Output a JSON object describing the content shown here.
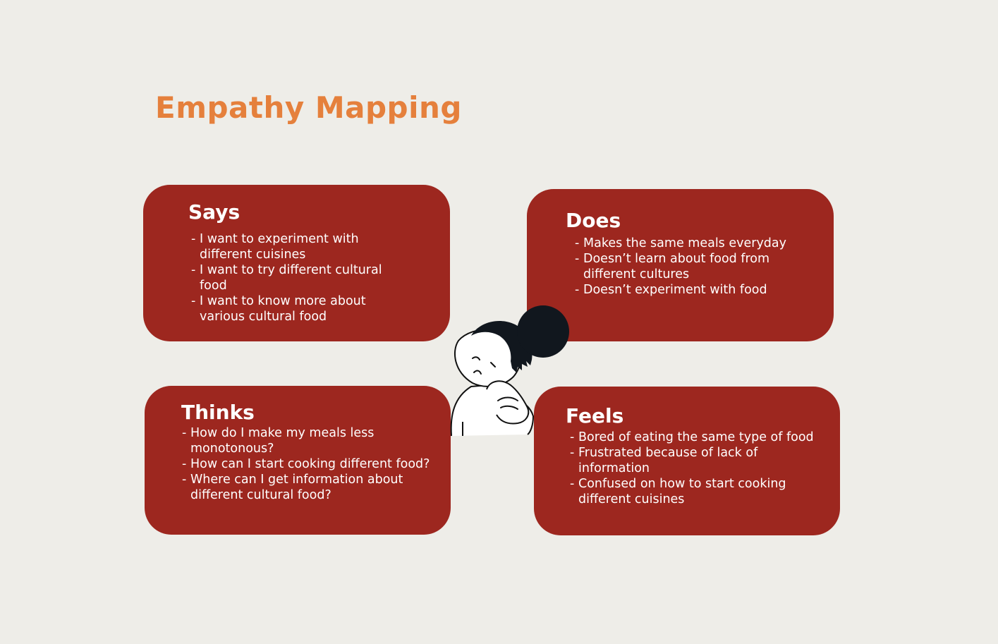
{
  "title": "Empathy Mapping",
  "colors": {
    "background": "#eeede8",
    "title": "#e5803c",
    "card": "#9d271f",
    "card_text": "#ffffff"
  },
  "quadrants": {
    "says": {
      "heading": "Says",
      "items": [
        "I want to experiment with different cuisines",
        "I want to try different cultural food",
        "I want to know more about various cultural food"
      ]
    },
    "does": {
      "heading": "Does",
      "items": [
        "Makes the same meals everyday",
        "Doesn’t learn about food from different cultures",
        "Doesn’t experiment with food"
      ]
    },
    "thinks": {
      "heading": "Thinks",
      "items": [
        "How do I make my meals less monotonous?",
        "How can I start cooking different food?",
        "Where can I get information about different cultural food?"
      ]
    },
    "feels": {
      "heading": "Feels",
      "items": [
        "Bored of eating the same type of food",
        "Frustrated because of lack of information",
        "Confused on how to start cooking different cuisines"
      ]
    }
  },
  "figure_icon": "thinking-person-icon"
}
